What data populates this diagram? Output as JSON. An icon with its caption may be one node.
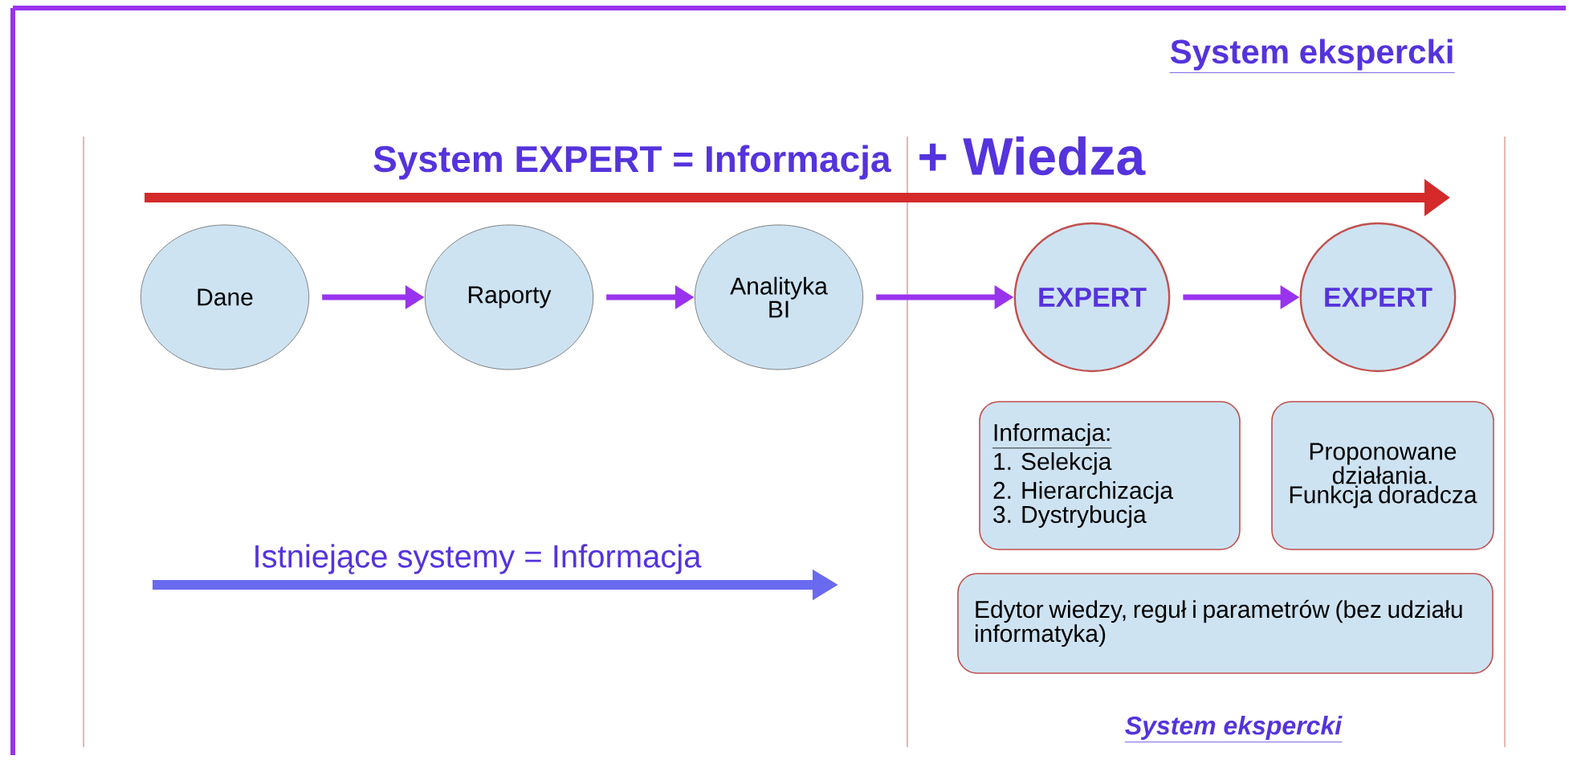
{
  "diagram": {
    "nodes": [
      {
        "text": [
          "Dane"
        ]
      },
      {
        "text": [
          "Raporty"
        ]
      },
      {
        "text": [
          "Analityka BI"
        ]
      },
      {
        "text": [
          "EXPERT"
        ]
      },
      {
        "text": [
          "EXPERT"
        ]
      },
      {
        "text": [
          "Informacja:",
          "1. Selekcja",
          "2. Hierarchizacja",
          "3. Dystrybucja"
        ]
      },
      {
        "text": [
          "Proponowane działania. Funkcja doradcza"
        ]
      },
      {
        "text": [
          "Edytor wiedzy, reguł i parametrów (bez udziału informatyka)"
        ]
      }
    ],
    "edges": [
      {
        "from": 0,
        "to": 1,
        "arrow": "to"
      },
      {
        "from": 1,
        "to": 2,
        "arrow": "to"
      },
      {
        "from": 2,
        "to": 3,
        "arrow": "to"
      },
      {
        "from": 3,
        "to": 4,
        "arrow": "to"
      }
    ],
    "labels": [
      "System ekspercki",
      "System EXPERT = Informacja",
      "+ Wiedza",
      "Istniejące systemy = Informacja",
      "System ekspercki"
    ]
  }
}
